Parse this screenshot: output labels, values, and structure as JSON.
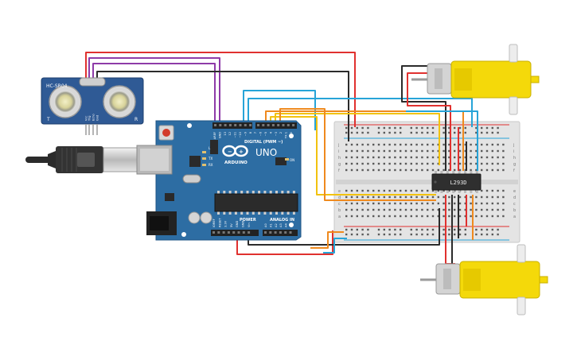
{
  "sensor": {
    "model": "HC-SR04",
    "pins": [
      "Vcc",
      "Trig",
      "Echo",
      "Gnd"
    ],
    "side_left": "T",
    "side_right": "R"
  },
  "arduino": {
    "brand": "ARDUINO",
    "model": "UNO",
    "digital_label": "DIGITAL (PWM ~)",
    "power_label": "POWER",
    "analog_label": "ANALOG IN",
    "on_label": "ON",
    "tx_label": "TX",
    "rx_label": "RX",
    "l_label": "L",
    "top_pins": [
      "AREF",
      "GND",
      "13",
      "12",
      "~11",
      "~10",
      "~9",
      "8",
      "7",
      "~6",
      "~5",
      "4",
      "~3",
      "2",
      "TX 1",
      "RX 0"
    ],
    "power_pins": [
      "IOREF",
      "RESET",
      "3.3V",
      "5V",
      "GND",
      "GND",
      "Vin"
    ],
    "analog_pins": [
      "A0",
      "A1",
      "A2",
      "A3",
      "A4",
      "A5"
    ]
  },
  "chip": {
    "label": "L293D"
  },
  "breadboard": {
    "row_letters_top": [
      "j",
      "i",
      "h",
      "g",
      "f"
    ],
    "row_letters_bottom": [
      "e",
      "d",
      "c",
      "b",
      "a"
    ],
    "columns": 30
  },
  "colors": {
    "red": "#e0312f",
    "black": "#2b2b2b",
    "purple": "#8e3ba8",
    "blue": "#27a4d8",
    "orange": "#ef8a1e",
    "yellow": "#f2c20f",
    "board": "#2d6da3",
    "motor": "#f4d90a"
  }
}
